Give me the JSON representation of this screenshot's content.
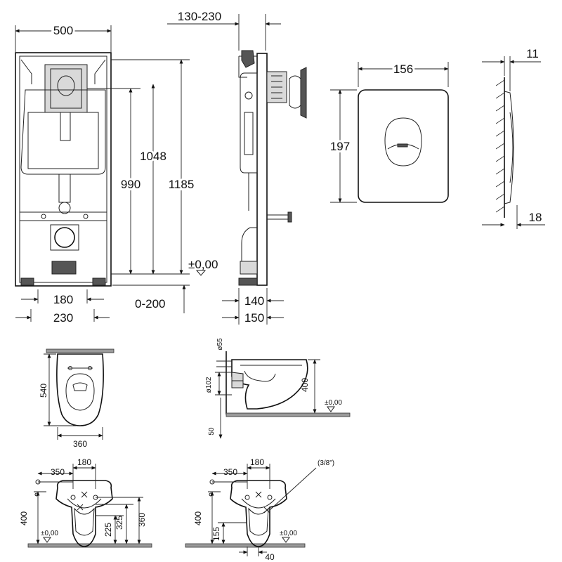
{
  "frame_front": {
    "width": "500",
    "h1048": "1048",
    "h990": "990",
    "h1185": "1185",
    "level": "±0,00",
    "w180": "180",
    "w230": "230",
    "adj": "0-200"
  },
  "frame_side": {
    "depth": "130-230",
    "d140": "140",
    "d150": "150"
  },
  "plate": {
    "width": "156",
    "height": "197",
    "side_top": "11",
    "side_bottom": "18"
  },
  "bowl_top": {
    "length": "540",
    "width": "360"
  },
  "bowl_side": {
    "outlet": "ø55",
    "drain": "ø102",
    "height": "400",
    "floor_gap": "50",
    "level": "±0,00"
  },
  "install_left": {
    "offset": "350",
    "spacing": "180",
    "height": "400",
    "h225": "225",
    "h325": "325",
    "h360": "360",
    "level": "±0,00"
  },
  "install_right": {
    "offset": "350",
    "spacing": "180",
    "thread": "(3/8\")",
    "height": "400",
    "h155": "155",
    "w40": "40",
    "level": "±0,00"
  }
}
